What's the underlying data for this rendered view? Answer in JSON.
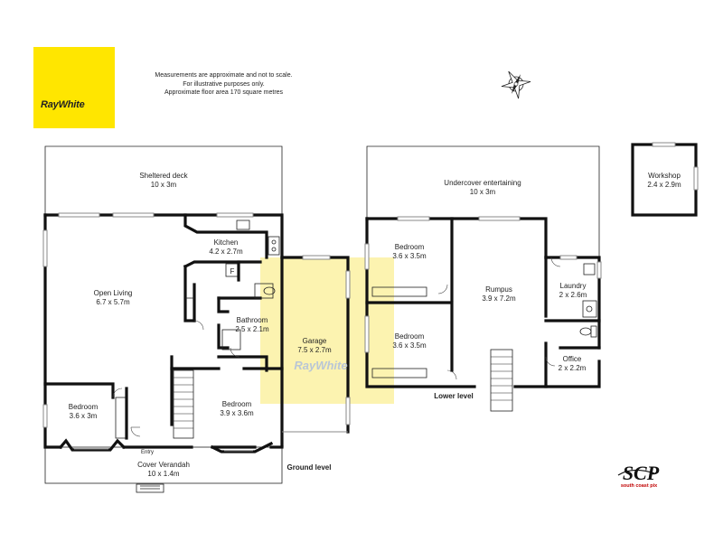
{
  "brand": {
    "name": "RayWhite",
    "color": "#ffe600",
    "watermark": "RayWhite"
  },
  "notes": [
    "Measurements are approximate and not to scale.",
    "For illustrative purposes only.",
    "Approximate floor area  170 square metres"
  ],
  "compass_icon": "compass-rose-icon",
  "ground_level": {
    "label": "Ground level",
    "entry_label": "Entry",
    "rooms": [
      {
        "name": "Sheltered deck",
        "size": "10 x 3m"
      },
      {
        "name": "Kitchen",
        "size": "4.2 x 2.7m"
      },
      {
        "name": "Open Living",
        "size": "6.7 x 5.7m"
      },
      {
        "name": "Bathroom",
        "size": "2.5 x 2.1m"
      },
      {
        "name": "Garage",
        "size": "7.5 x 2.7m"
      },
      {
        "name": "Bedroom",
        "size": "3.6 x 3m"
      },
      {
        "name": "Bedroom",
        "size": "3.9 x 3.6m"
      },
      {
        "name": "Cover Verandah",
        "size": "10 x 1.4m"
      }
    ],
    "fridge_label": "F",
    "highlight_color": "#fcf3b0"
  },
  "lower_level": {
    "label": "Lower level",
    "rooms": [
      {
        "name": "Undercover entertaining",
        "size": "10 x 3m"
      },
      {
        "name": "Bedroom",
        "size": "3.6 x 3.5m"
      },
      {
        "name": "Rumpus",
        "size": "3.9 x 7.2m"
      },
      {
        "name": "Laundry",
        "size": "2 x 2.6m"
      },
      {
        "name": "Bedroom",
        "size": "3.6 x 3.5m"
      },
      {
        "name": "Office",
        "size": "2 x 2.2m"
      }
    ]
  },
  "workshop": {
    "name": "Workshop",
    "size": "2.4 x 2.9m"
  },
  "photographer": {
    "logo": "SCP",
    "tagline": "south coast pix"
  }
}
